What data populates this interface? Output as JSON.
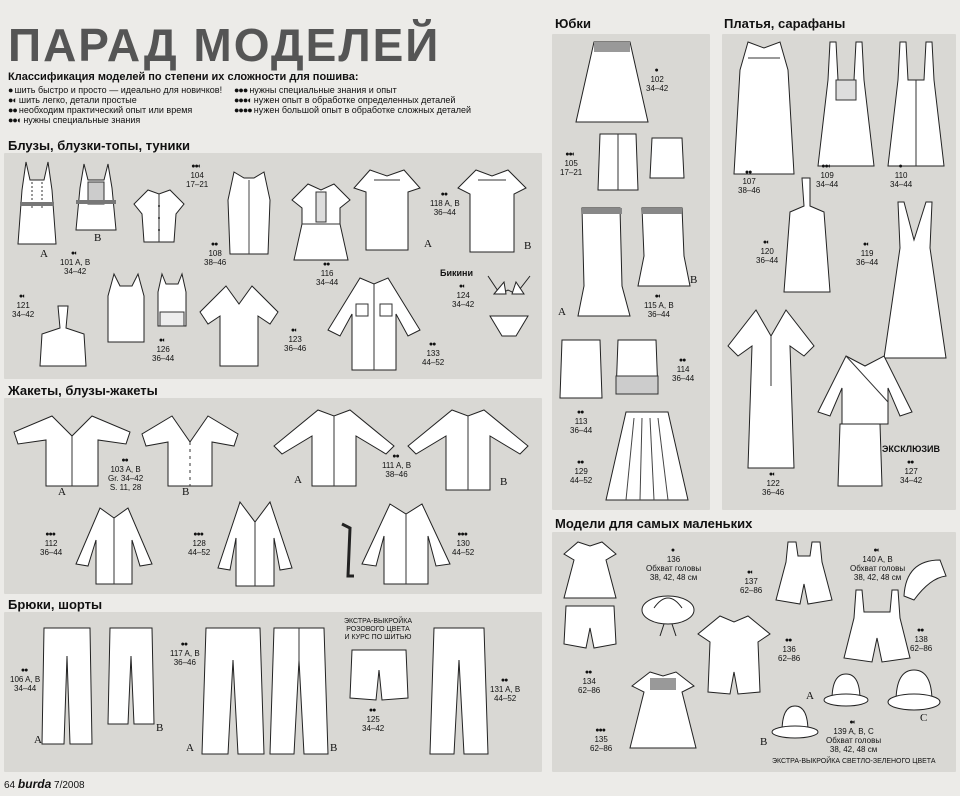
{
  "header": {
    "title": "ПАРАД МОДЕЛЕЙ"
  },
  "legend": {
    "heading": "Классификация моделей по степени их сложности для пошива:",
    "left": [
      {
        "dots": "●",
        "text": "шить быстро и просто — идеально для новичков!"
      },
      {
        "dots": "●◐",
        "text": "шить легко, детали простые"
      },
      {
        "dots": "●●",
        "text": "необходим практический опыт или время"
      },
      {
        "dots": "●●◐",
        "text": "нужны специальные знания"
      }
    ],
    "right": [
      {
        "dots": "●●●",
        "text": "нужны специальные знания и опыт"
      },
      {
        "dots": "●●●◐",
        "text": "нужен опыт в обработке определенных деталей"
      },
      {
        "dots": "●●●●",
        "text": "нужен большой опыт в обработке сложных деталей"
      }
    ]
  },
  "sections": {
    "blouses": "Блузы, блузки-топы, туники",
    "jackets": "Жакеты, блузы-жакеты",
    "trousers": "Брюки, шорты",
    "skirts": "Юбки",
    "dresses": "Платья, сарафаны",
    "kids": "Модели для самых маленьких"
  },
  "tags": {
    "t104": {
      "d": "●●◐",
      "t": "104\n17–21"
    },
    "t101": {
      "d": "●◐",
      "t": "101 A, B\n34–42"
    },
    "t108": {
      "d": "●●",
      "t": "108\n38–46"
    },
    "t116": {
      "d": "●●",
      "t": "116\n34–44"
    },
    "t118": {
      "d": "●●",
      "t": "118 A, B\n36–44"
    },
    "t121": {
      "d": "●◐",
      "t": "121\n34–42"
    },
    "t126": {
      "d": "●◐",
      "t": "126\n36–44"
    },
    "t123": {
      "d": "●◐",
      "t": "123\n36–46"
    },
    "t124": {
      "d": "●◐",
      "t": "124\n34–42"
    },
    "t133": {
      "d": "●●",
      "t": "133\n44–52"
    },
    "t103": {
      "d": "●●",
      "t": "103 A, B\nGr. 34–42\nS. 11, 28"
    },
    "t111": {
      "d": "●●",
      "t": "111 A, B\n38–46"
    },
    "t112": {
      "d": "●●●",
      "t": "112\n36–44"
    },
    "t128": {
      "d": "●●●",
      "t": "128\n44–52"
    },
    "t130": {
      "d": "●●●",
      "t": "130\n44–52"
    },
    "t106": {
      "d": "●●",
      "t": "106 A, B\n34–44"
    },
    "t117": {
      "d": "●●",
      "t": "117 A, B\n36–46"
    },
    "t125": {
      "d": "●●",
      "t": "125\n34–42"
    },
    "t131": {
      "d": "●●",
      "t": "131 A, B\n44–52"
    },
    "t102": {
      "d": "●",
      "t": "102\n34–42"
    },
    "t105": {
      "d": "●●◐",
      "t": "105\n17–21"
    },
    "t115": {
      "d": "●◐",
      "t": "115 A, B\n36–44"
    },
    "t113": {
      "d": "●●",
      "t": "113\n36–44"
    },
    "t114": {
      "d": "●●",
      "t": "114\n36–44"
    },
    "t129": {
      "d": "●●",
      "t": "129\n44–52"
    },
    "t107": {
      "d": "●●",
      "t": "107\n38–46"
    },
    "t109": {
      "d": "●●◐",
      "t": "109\n34–44"
    },
    "t110": {
      "d": "●",
      "t": "110\n34–44"
    },
    "t120": {
      "d": "●◐",
      "t": "120\n36–44"
    },
    "t119": {
      "d": "●◐",
      "t": "119\n36–44"
    },
    "t122": {
      "d": "●◐",
      "t": "122\n36–46"
    },
    "t127": {
      "d": "●●",
      "t": "127\n34–42"
    },
    "t136a": {
      "d": "●",
      "t": "136\nОбхват головы\n38, 42, 48 см"
    },
    "t137": {
      "d": "●◐",
      "t": "137\n62–86"
    },
    "t140": {
      "d": "●◐",
      "t": "140 A, B\nОбхват головы\n38, 42, 48 см"
    },
    "t134": {
      "d": "●●",
      "t": "134\n62–86"
    },
    "t136b": {
      "d": "●●",
      "t": "136\n62–86"
    },
    "t138": {
      "d": "●●",
      "t": "138\n62–86"
    },
    "t135": {
      "d": "●●●",
      "t": "135\n62–86"
    },
    "t139": {
      "d": "●◐",
      "t": "139 A, B, C\nОбхват головы\n38, 42, 48 см"
    }
  },
  "labels": {
    "bikini": "Бикини",
    "exclusive": "ЭКСКЛЮЗИВ",
    "pink_pattern": "ЭКСТРА-ВЫКРОЙКА\nРОЗОВОГО ЦВЕТА\nИ КУРС ПО ШИТЬЮ",
    "green_pattern": "ЭКСТРА-ВЫКРОЙКА СВЕТЛО-ЗЕЛЕНОГО ЦВЕТА",
    "A": "A",
    "B": "B",
    "C": "C"
  },
  "footer": {
    "page": "64",
    "brand": "burda",
    "issue": "7/2008"
  }
}
